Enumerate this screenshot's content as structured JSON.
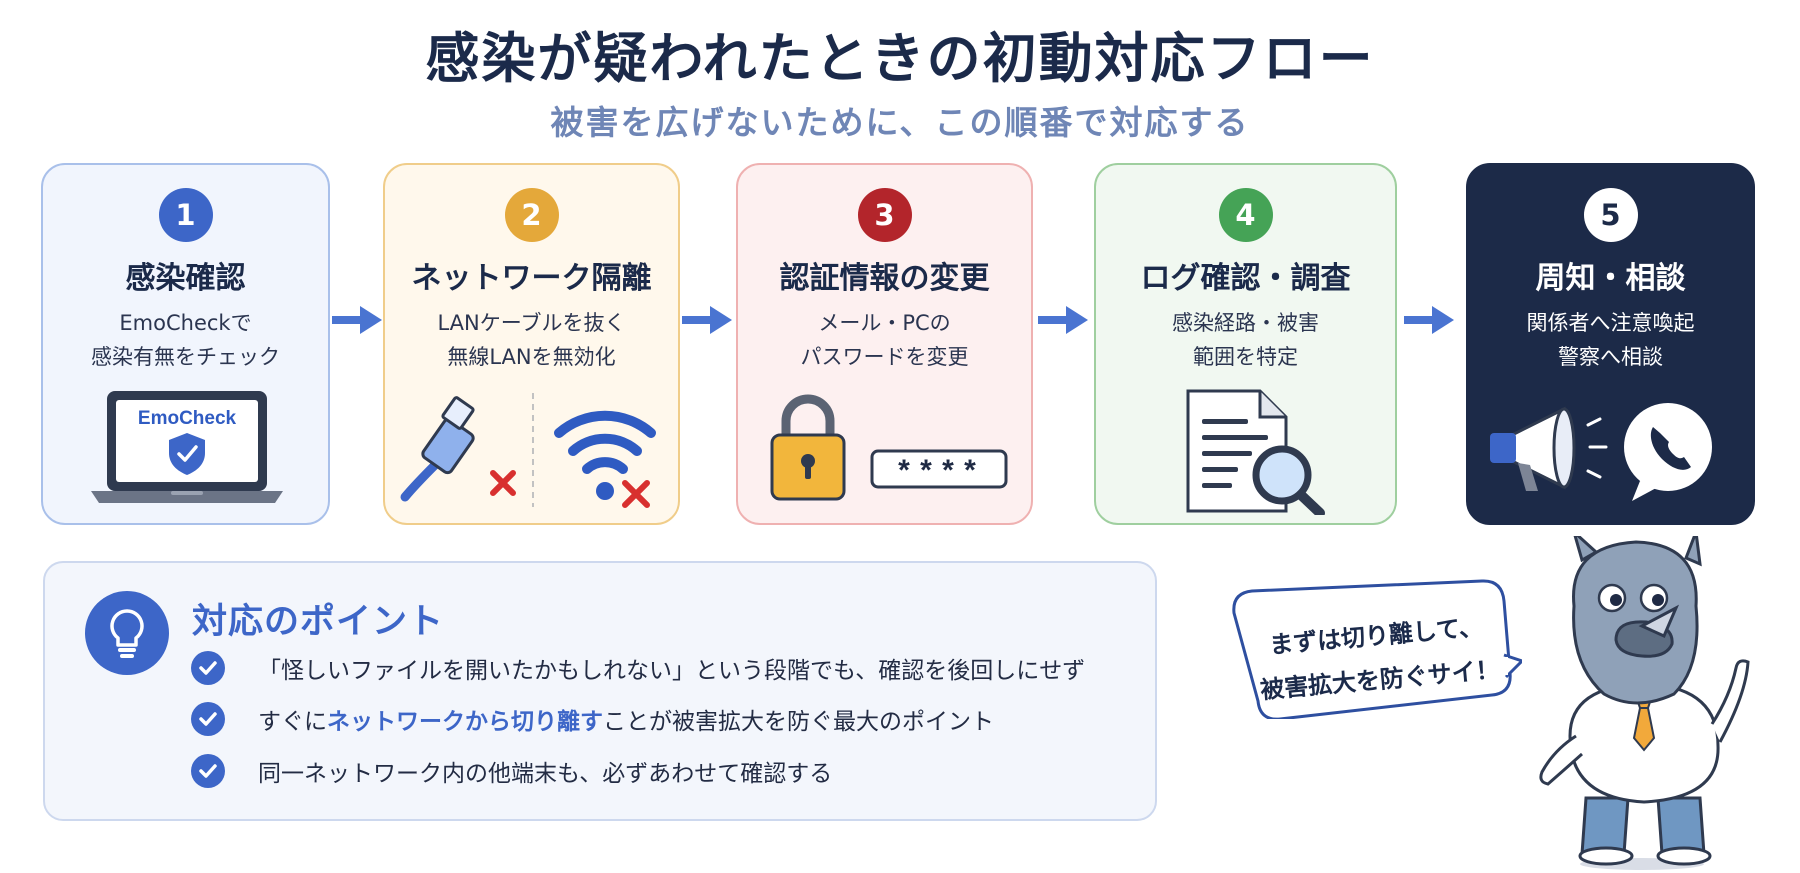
{
  "header": {
    "title": "感染が疑われたときの初動対応フロー",
    "subtitle": "被害を広げないために、この順番で対応する"
  },
  "steps": [
    {
      "number": "1",
      "title": "感染確認",
      "desc1": "EmoCheckで",
      "desc2": "感染有無をチェック",
      "icon_label": "EmoCheck"
    },
    {
      "number": "2",
      "title": "ネットワーク隔離",
      "desc1": "LANケーブルを抜く",
      "desc2": "無線LANを無効化"
    },
    {
      "number": "3",
      "title": "認証情報の変更",
      "desc1": "メール・PCの",
      "desc2": "パスワードを変更",
      "icon_label": "****"
    },
    {
      "number": "4",
      "title": "ログ確認・調査",
      "desc1": "感染経路・被害",
      "desc2": "範囲を特定"
    },
    {
      "number": "5",
      "title": "周知・相談",
      "desc1": "関係者へ注意喚起",
      "desc2": "警察へ相談"
    }
  ],
  "points": {
    "title": "対応のポイント",
    "items": [
      {
        "text": "「怪しいファイルを開いたかもしれない」という段階でも、確認を後回しにせず"
      },
      {
        "pre": "すぐに",
        "highlight": "ネットワークから切り離す",
        "post": "ことが被害拡大を防ぐ最大のポイント"
      },
      {
        "text": "同一ネットワーク内の他端末も、必ずあわせて確認する"
      }
    ]
  },
  "mascot": {
    "line1": "まずは切り離して、",
    "line2": "被害拡大を防ぐサイ！"
  },
  "colors": {
    "navy": "#1c2a48",
    "blue": "#3d66c8",
    "orange": "#e4a83a",
    "red": "#b3252b",
    "green": "#45a356"
  },
  "icons": [
    "laptop-icon",
    "shield-check-icon",
    "lan-cable-icon",
    "wifi-icon",
    "padlock-icon",
    "password-field-icon",
    "document-magnifier-icon",
    "megaphone-icon",
    "phone-bubble-icon",
    "lightbulb-icon",
    "checkmark-icon"
  ]
}
